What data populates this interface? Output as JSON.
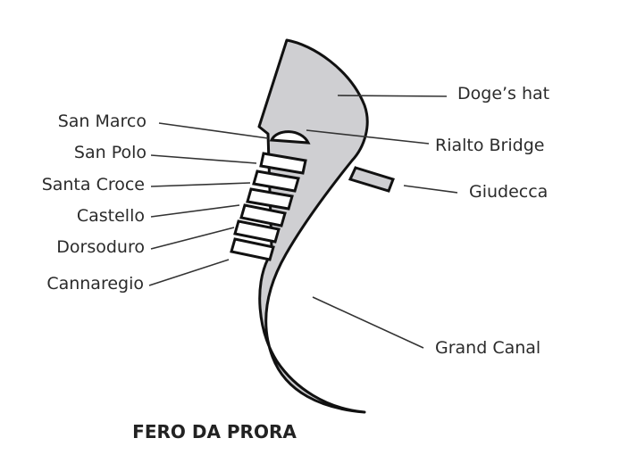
{
  "diagram": {
    "title": "FERO DA PRORA",
    "labels": {
      "doges_hat": "Doge’s hat",
      "rialto_bridge": "Rialto Bridge",
      "giudecca": "Giudecca",
      "grand_canal": "Grand Canal",
      "san_marco": "San Marco",
      "san_polo": "San Polo",
      "santa_croce": "Santa Croce",
      "castello": "Castello",
      "dorsoduro": "Dorsoduro",
      "cannaregio": "Cannaregio"
    },
    "colors": {
      "fill": "#cfcfd2",
      "outline": "#111111",
      "text": "#2b2b2b"
    }
  }
}
